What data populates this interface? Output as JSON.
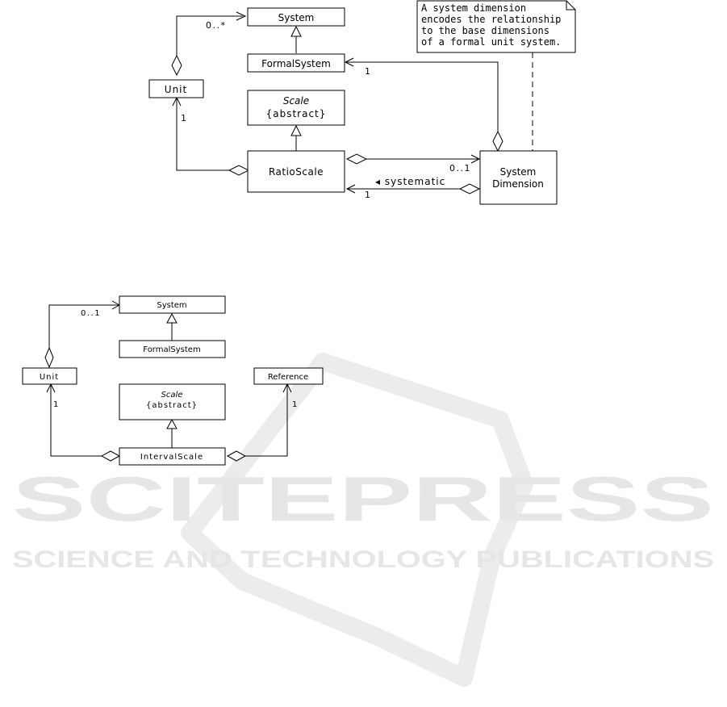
{
  "diagram1": {
    "classes": {
      "system": "System",
      "formal_system": "FormalSystem",
      "unit": "Unit",
      "scale_name": "Scale",
      "scale_stereotype": "{abstract}",
      "ratio_scale": "RatioScale",
      "system_dimension_line1": "System",
      "system_dimension_line2": "Dimension"
    },
    "multiplicities": {
      "unit_to_system": "0..*",
      "unit_from_ratio": "1",
      "formal_to_sysdim": "1",
      "ratio_to_sysdim": "0..1",
      "sysdim_to_ratio": "1"
    },
    "association_label": "◂ systematic",
    "note": [
      "A system dimension",
      "encodes the relationship",
      "to the base dimensions",
      "of a formal unit system."
    ]
  },
  "diagram2": {
    "classes": {
      "system": "System",
      "formal_system": "FormalSystem",
      "unit": "Unit",
      "scale_name": "Scale",
      "scale_stereotype": "{abstract}",
      "interval_scale": "IntervalScale",
      "reference": "Reference"
    },
    "multiplicities": {
      "unit_to_system": "0..1",
      "unit_from_interval": "1",
      "reference_from_interval": "1"
    }
  },
  "watermark": {
    "title": "SCITEPRESS",
    "subtitle": "SCIENCE AND TECHNOLOGY PUBLICATIONS"
  }
}
